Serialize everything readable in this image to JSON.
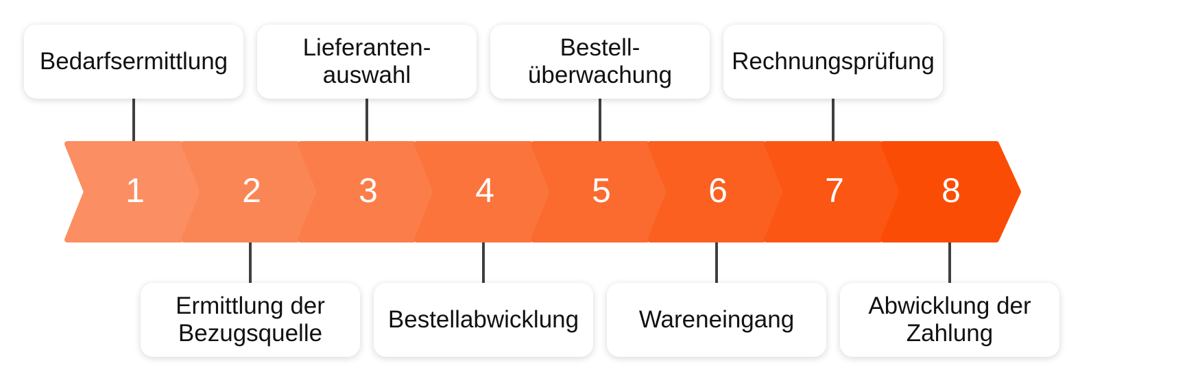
{
  "steps": [
    {
      "number": "1",
      "label": "Bedarfsermittlung",
      "color": "#FB8E62"
    },
    {
      "number": "2",
      "label": "Ermittlung der\nBezugsquelle",
      "color": "#FB8655"
    },
    {
      "number": "3",
      "label": "Lieferanten-\nauswahl",
      "color": "#FB7D49"
    },
    {
      "number": "4",
      "label": "Bestellabwicklung",
      "color": "#FB743C"
    },
    {
      "number": "5",
      "label": "Bestell-\nüberwachung",
      "color": "#FB6A2E"
    },
    {
      "number": "6",
      "label": "Wareneingang",
      "color": "#FB6021"
    },
    {
      "number": "7",
      "label": "Rechnungsprüfung",
      "color": "#FB5614"
    },
    {
      "number": "8",
      "label": "Abwicklung der\nZahlung",
      "color": "#FB4C06"
    }
  ],
  "connector_color": "#3F3F3F"
}
